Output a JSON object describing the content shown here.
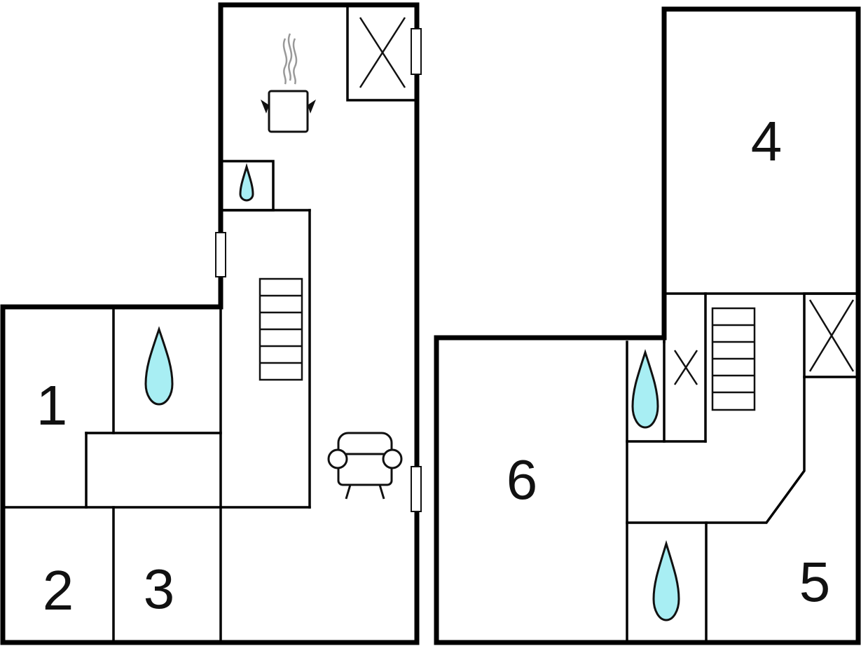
{
  "floorplan": {
    "rooms": [
      {
        "id": "room-1",
        "label": "1"
      },
      {
        "id": "room-2",
        "label": "2"
      },
      {
        "id": "room-3",
        "label": "3"
      },
      {
        "id": "room-4",
        "label": "4"
      },
      {
        "id": "room-5",
        "label": "5"
      },
      {
        "id": "room-6",
        "label": "6"
      }
    ],
    "icons": {
      "bathroom": "water-drop-icon",
      "kitchen": "cooking-pot-icon",
      "living": "armchair-icon",
      "stairs": "staircase-icon",
      "void": "cross-icon"
    },
    "colors": {
      "wall": "#000000",
      "water": "#a8eef3",
      "steam": "#999999",
      "background": "#ffffff"
    }
  }
}
